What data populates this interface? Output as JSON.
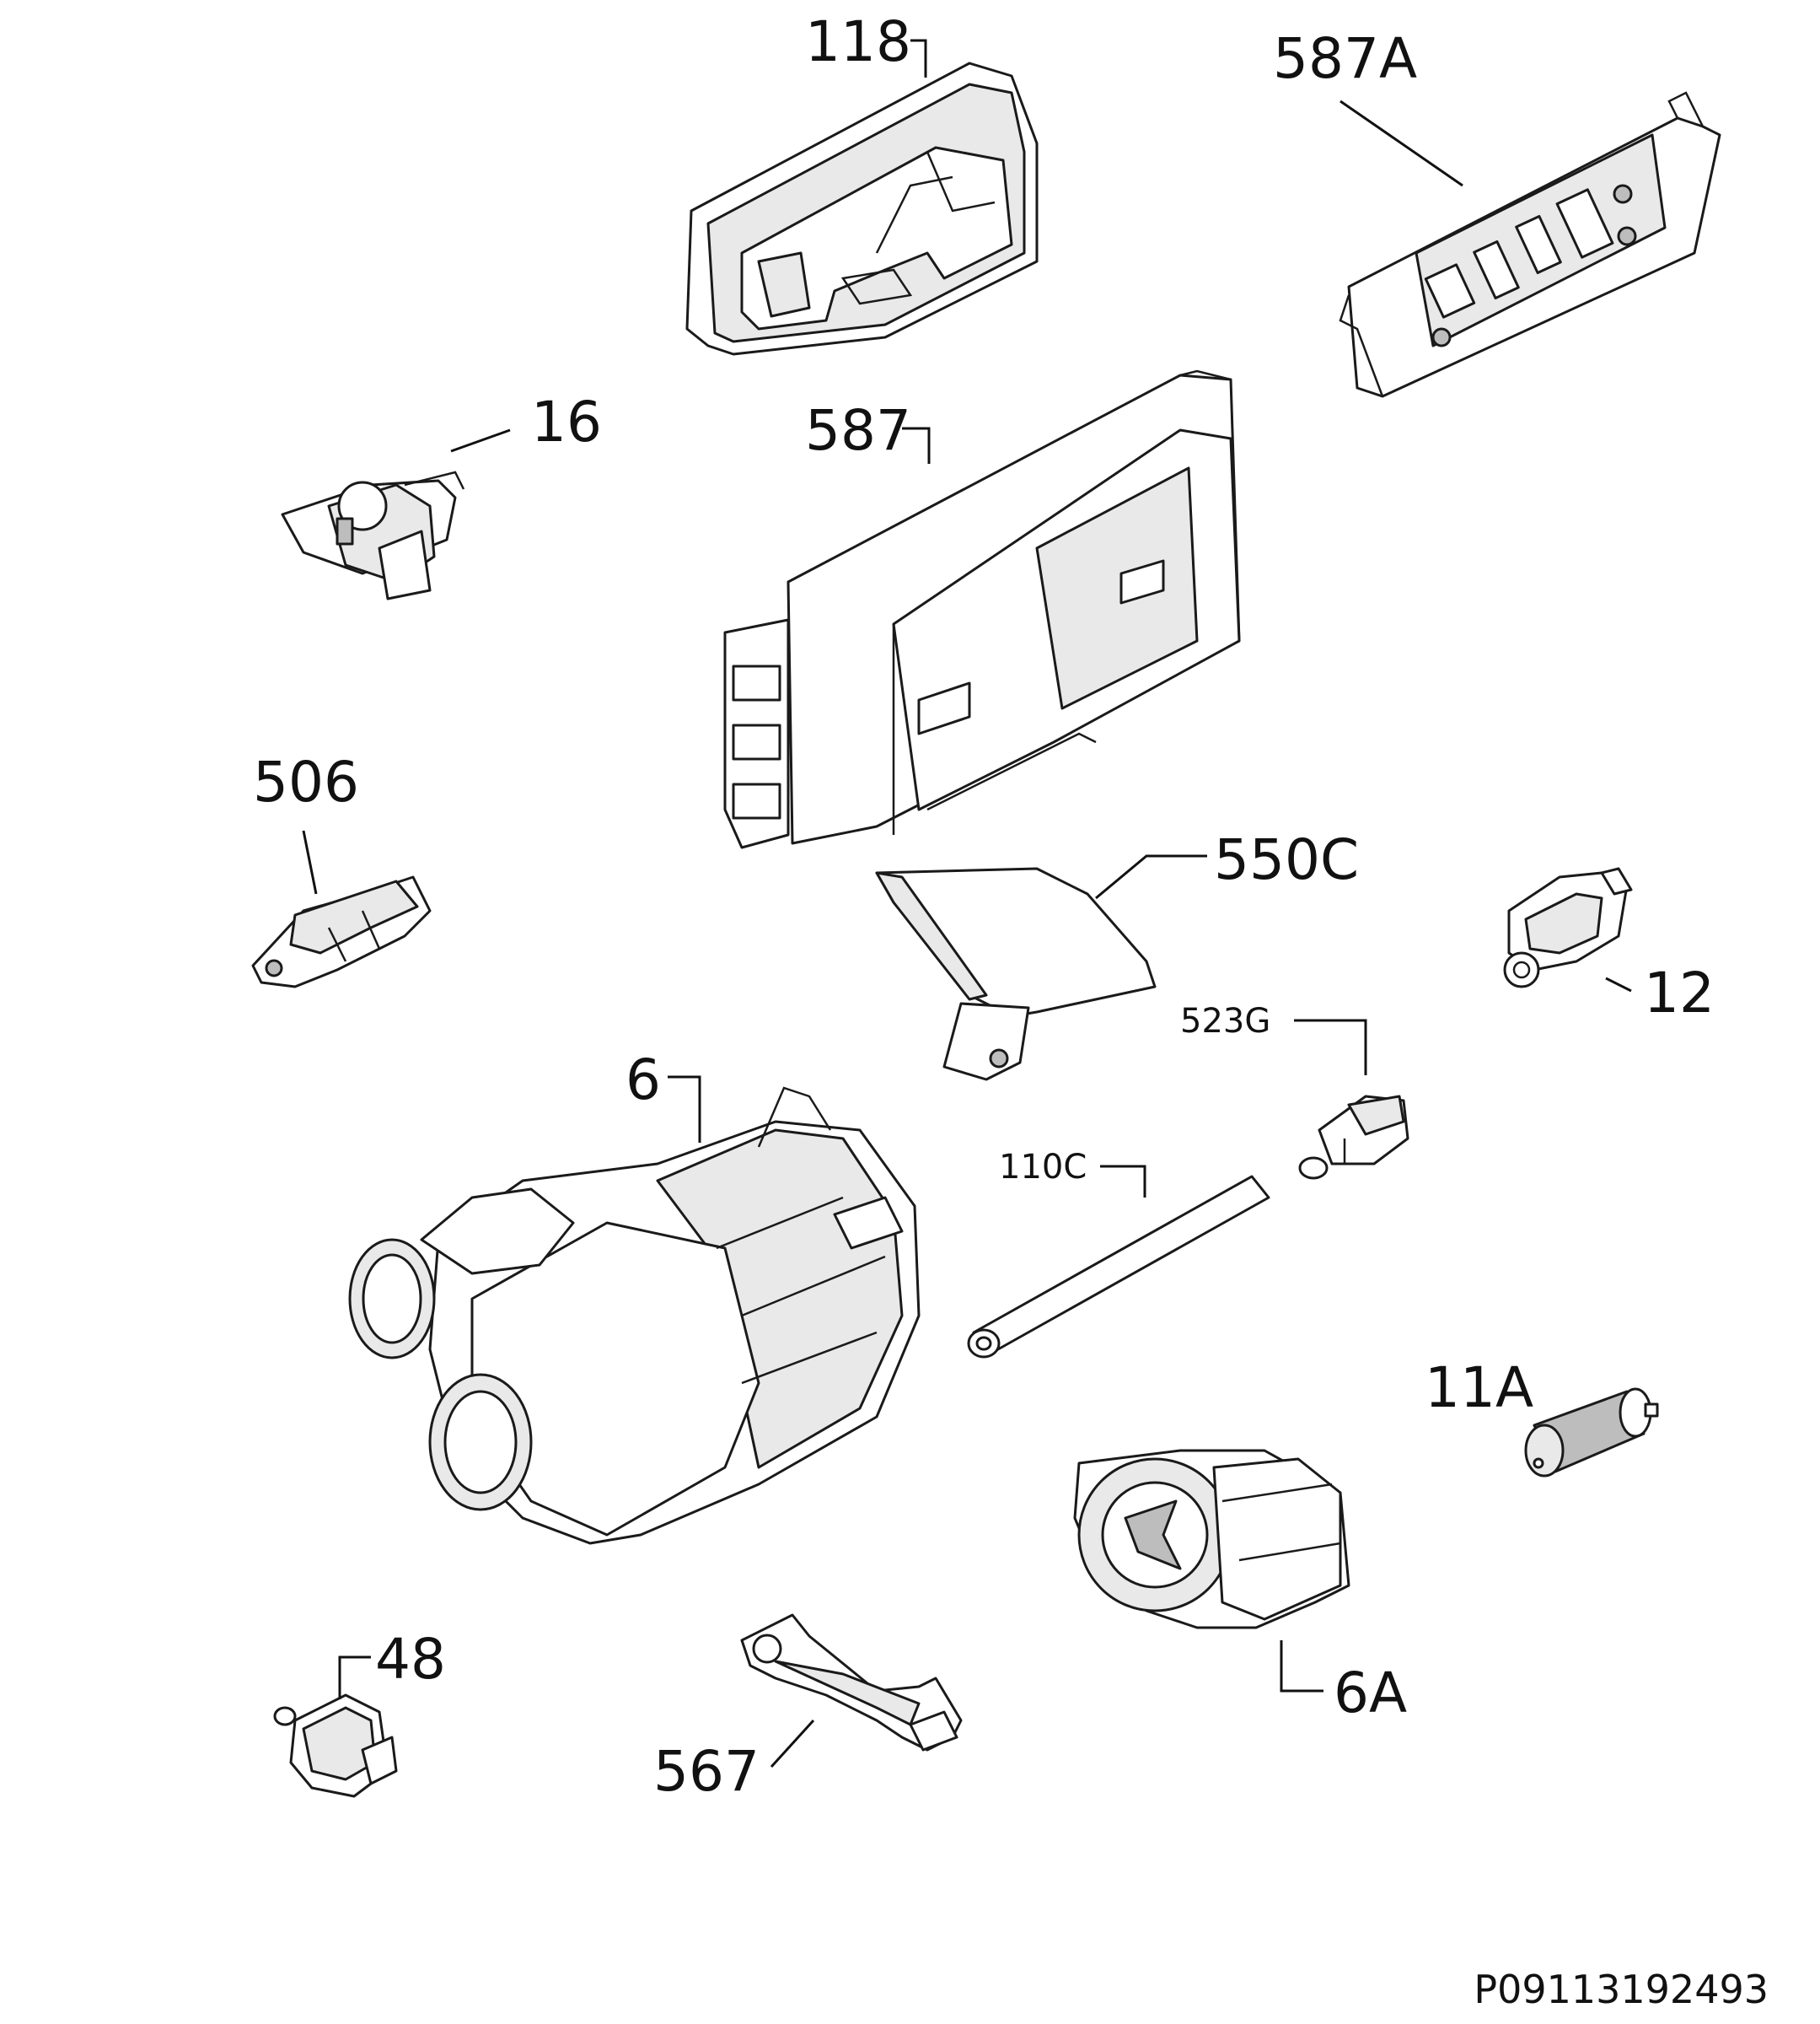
{
  "document_code": "P09113192493",
  "parts": [
    {
      "id": "p118",
      "label": "118"
    },
    {
      "id": "p587A",
      "label": "587A"
    },
    {
      "id": "p16",
      "label": "16"
    },
    {
      "id": "p587",
      "label": "587"
    },
    {
      "id": "p506",
      "label": "506"
    },
    {
      "id": "p550C",
      "label": "550C"
    },
    {
      "id": "p12",
      "label": "12"
    },
    {
      "id": "p523G",
      "label": "523G"
    },
    {
      "id": "p6",
      "label": "6"
    },
    {
      "id": "p110C",
      "label": "110C"
    },
    {
      "id": "p11A",
      "label": "11A"
    },
    {
      "id": "p6A",
      "label": "6A"
    },
    {
      "id": "p48",
      "label": "48"
    },
    {
      "id": "p567",
      "label": "567"
    }
  ]
}
